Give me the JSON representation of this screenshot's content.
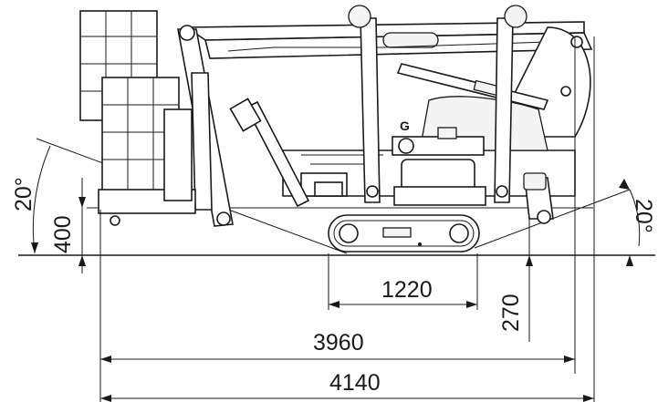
{
  "dimensions": {
    "overall_length": "4140",
    "frame_length": "3960",
    "track_length": "1220",
    "ground_clearance": "270",
    "platform_height": "400",
    "angle_left": "20°",
    "angle_right": "20°"
  },
  "labels": {
    "center_of_gravity": "G"
  }
}
